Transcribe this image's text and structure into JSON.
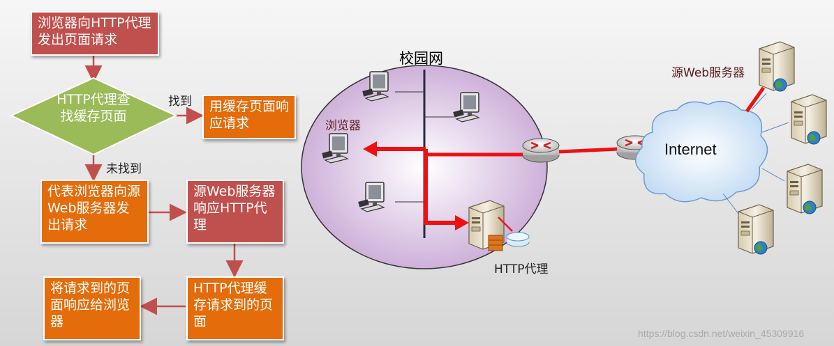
{
  "flowchart": {
    "step1": "浏览器向HTTP代理发出页面请求",
    "decision": "HTTP代理查找缓存页面",
    "found_label": "找到",
    "not_found_label": "未找到",
    "found_result": "用缓存页面响应请求",
    "step_forward": "代表浏览器向源Web服务器发出请求",
    "step_origin": "源Web服务器响应HTTP代理",
    "step_cache": "HTTP代理缓存请求到的页面",
    "step_reply": "将请求到的页面响应给浏览器"
  },
  "network": {
    "campus_title": "校园网",
    "browser_label": "浏览器",
    "proxy_label": "HTTP代理",
    "internet_label": "Internet",
    "origin_label": "源Web服务器"
  },
  "watermark": "https://blog.csdn.net/weixin_45309916"
}
